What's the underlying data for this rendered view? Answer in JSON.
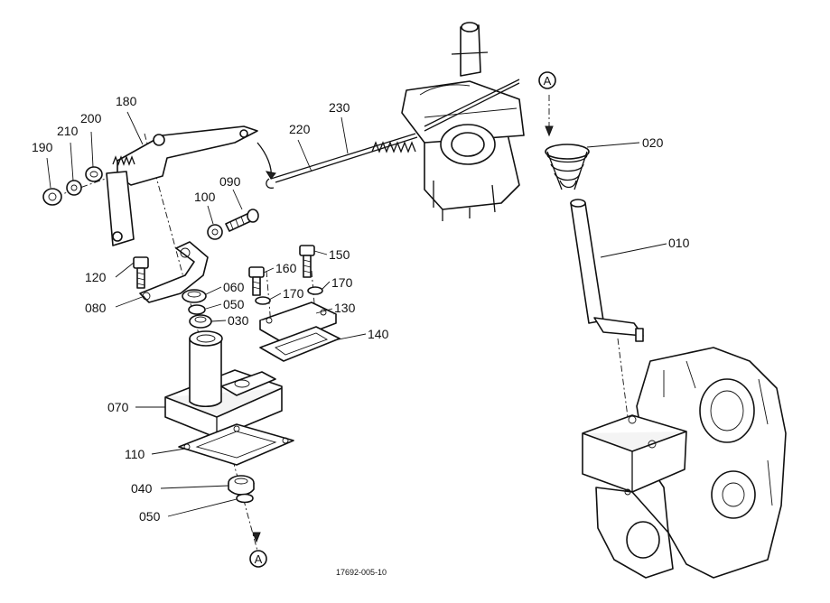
{
  "figure_code": "17692-005-10",
  "reference_marker": "A",
  "callouts": [
    {
      "id": "c190",
      "label": "190"
    },
    {
      "id": "c210",
      "label": "210"
    },
    {
      "id": "c200",
      "label": "200"
    },
    {
      "id": "c180",
      "label": "180"
    },
    {
      "id": "c100",
      "label": "100"
    },
    {
      "id": "c090",
      "label": "090"
    },
    {
      "id": "c230",
      "label": "230"
    },
    {
      "id": "c220",
      "label": "220"
    },
    {
      "id": "c020",
      "label": "020"
    },
    {
      "id": "c010",
      "label": "010"
    },
    {
      "id": "c120",
      "label": "120"
    },
    {
      "id": "c080",
      "label": "080"
    },
    {
      "id": "c060",
      "label": "060"
    },
    {
      "id": "c050a",
      "label": "050"
    },
    {
      "id": "c030",
      "label": "030"
    },
    {
      "id": "c160",
      "label": "160"
    },
    {
      "id": "c150",
      "label": "150"
    },
    {
      "id": "c170a",
      "label": "170"
    },
    {
      "id": "c170b",
      "label": "170"
    },
    {
      "id": "c130",
      "label": "130"
    },
    {
      "id": "c140",
      "label": "140"
    },
    {
      "id": "c070",
      "label": "070"
    },
    {
      "id": "c110",
      "label": "110"
    },
    {
      "id": "c040",
      "label": "040"
    },
    {
      "id": "c050b",
      "label": "050"
    }
  ]
}
